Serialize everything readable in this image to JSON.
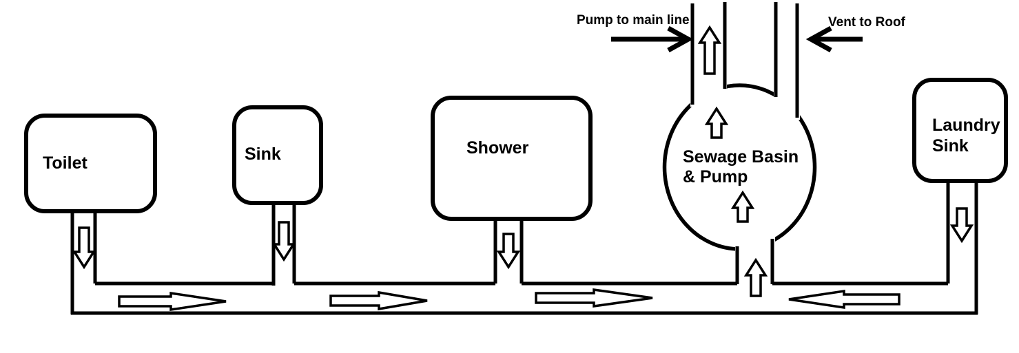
{
  "diagram": {
    "background_color": "#ffffff",
    "stroke_color": "#000000",
    "labels": {
      "pump_to_main": "Pump to main line",
      "vent_to_roof": "Vent to Roof"
    },
    "fixtures": {
      "toilet": {
        "label": "Toilet"
      },
      "sink": {
        "label": "Sink"
      },
      "shower": {
        "label": "Shower"
      },
      "laundry_sink": {
        "line1": "Laundry",
        "line2": "Sink"
      }
    },
    "basin": {
      "line1": "Sewage Basin",
      "line2": "& Pump"
    },
    "flow_arrows": {
      "fixture_drains": [
        "down",
        "down",
        "down",
        "down"
      ],
      "main_drain_line": [
        "right",
        "right",
        "right",
        "left"
      ],
      "basin_inlet": "up",
      "basin_internal": [
        "up",
        "up"
      ],
      "pump_discharge": "up"
    }
  }
}
